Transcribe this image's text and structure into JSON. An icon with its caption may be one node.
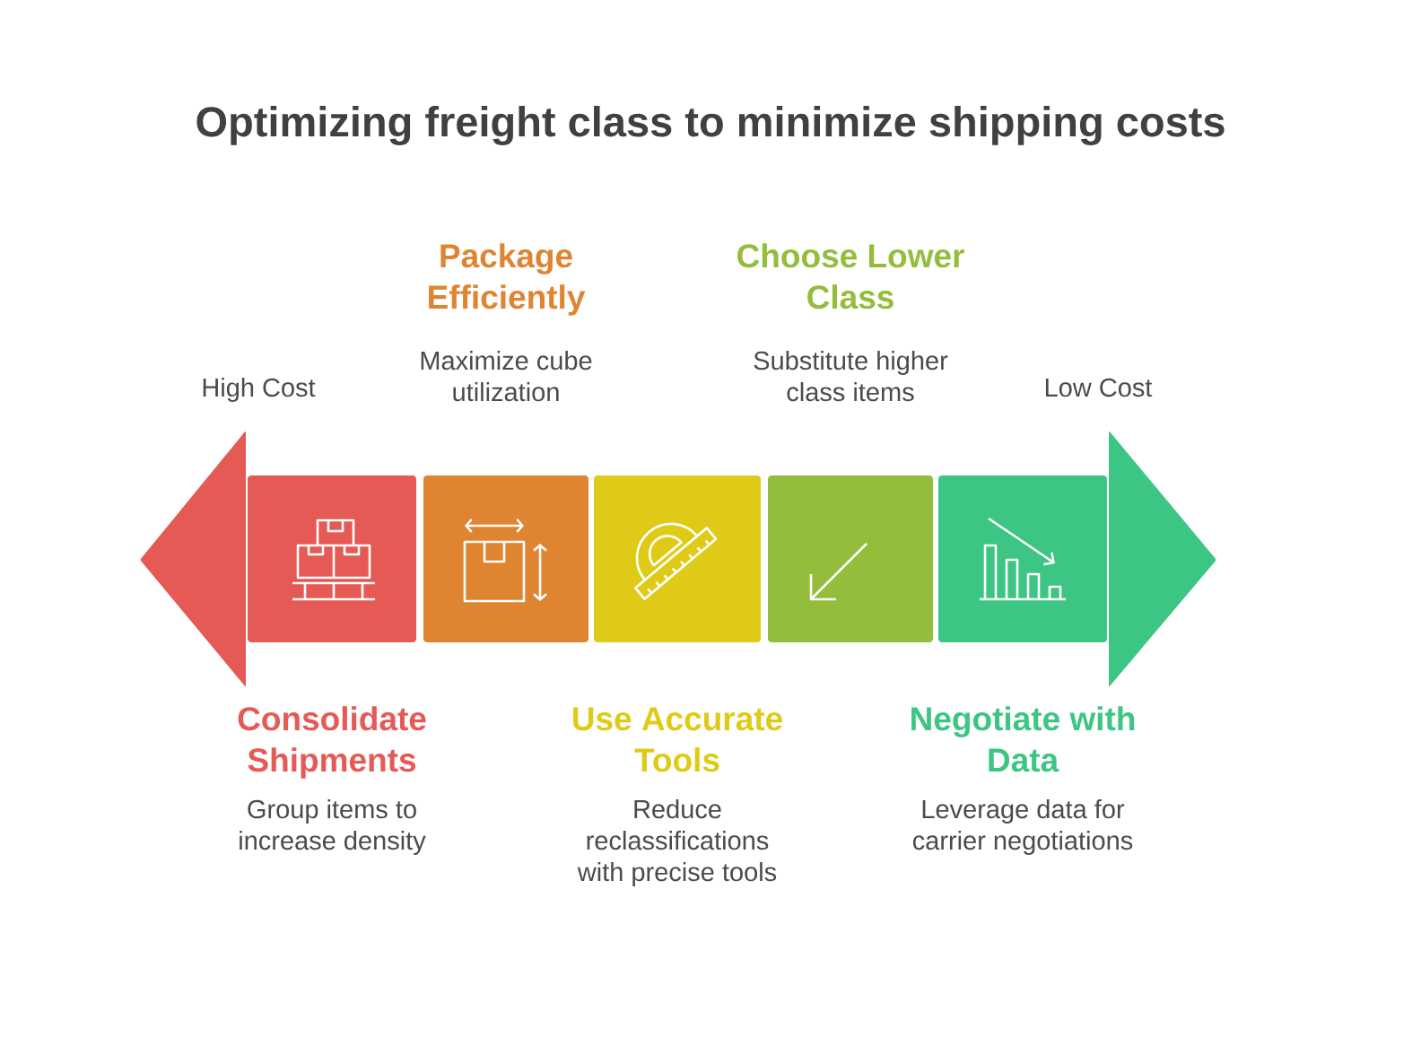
{
  "diagram": {
    "title": "Optimizing freight class to minimize shipping costs",
    "nodes": [
      {
        "text": [
          "Consolidate Shipments",
          "Group items to increase density"
        ]
      },
      {
        "text": [
          "Package Efficiently",
          "Maximize cube utilization"
        ]
      },
      {
        "text": [
          "Use Accurate Tools",
          "Reduce reclassifications with precise tools"
        ]
      },
      {
        "text": [
          "Choose Lower Class",
          "Substitute higher class items"
        ]
      },
      {
        "text": [
          "Negotiate with Data",
          "Leverage data for carrier negotiations"
        ]
      }
    ],
    "labels": [
      "High Cost",
      "Low Cost"
    ]
  }
}
